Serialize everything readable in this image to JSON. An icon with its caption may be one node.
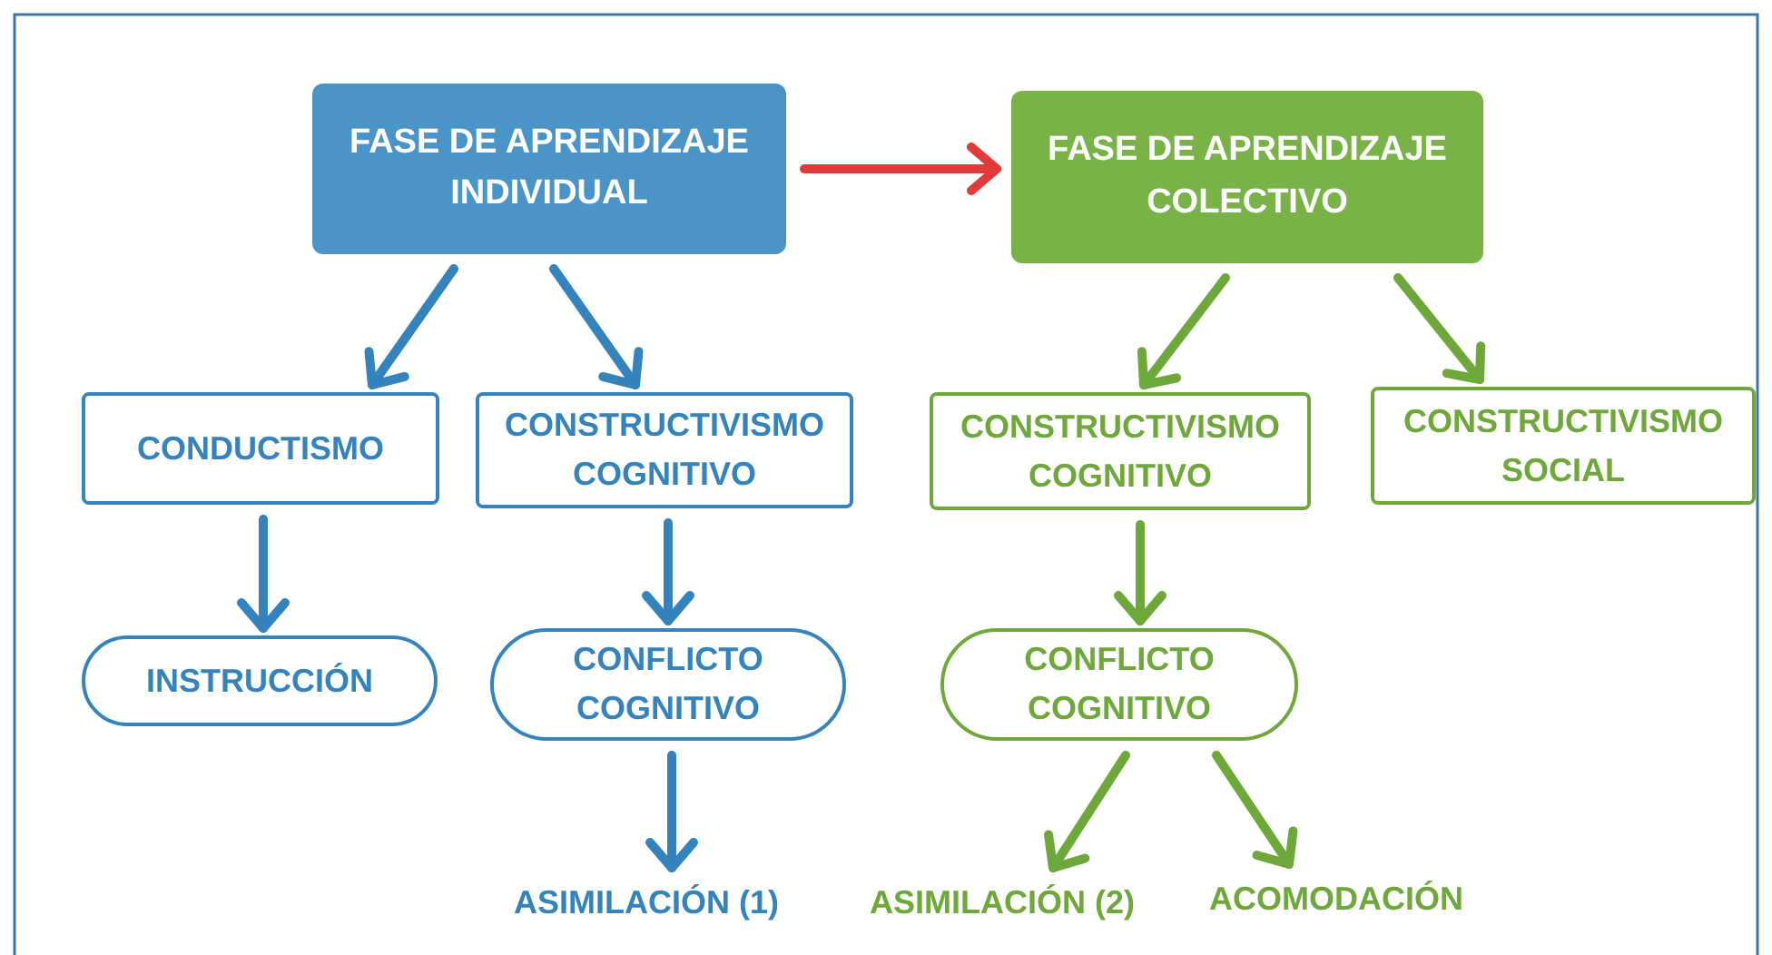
{
  "diagram": {
    "nodes": [
      {
        "text": [
          "FASE DE APRENDIZAJE INDIVIDUAL"
        ]
      },
      {
        "text": [
          "FASE DE APRENDIZAJE COLECTIVO"
        ]
      },
      {
        "text": [
          "CONDUCTISMO"
        ]
      },
      {
        "text": [
          "CONSTRUCTIVISMO COGNITIVO"
        ]
      },
      {
        "text": [
          "CONSTRUCTIVISMO COGNITIVO"
        ]
      },
      {
        "text": [
          "CONSTRUCTIVISMO SOCIAL"
        ]
      },
      {
        "text": [
          "INSTRUCCIÓN"
        ]
      },
      {
        "text": [
          "CONFLICTO COGNITIVO"
        ]
      },
      {
        "text": [
          "CONFLICTO COGNITIVO"
        ]
      },
      {
        "text": [
          "ASIMILACIÓN (1)"
        ]
      },
      {
        "text": [
          "ASIMILACIÓN (2)"
        ]
      },
      {
        "text": [
          "ACOMODACIÓN"
        ]
      }
    ],
    "edges": [
      {
        "from": 0,
        "to": 1,
        "arrow": "to",
        "color": "#e03a3a"
      },
      {
        "from": 0,
        "to": 2,
        "arrow": "to",
        "color": "#3583bd"
      },
      {
        "from": 0,
        "to": 3,
        "arrow": "to",
        "color": "#3583bd"
      },
      {
        "from": 2,
        "to": 6,
        "arrow": "to",
        "color": "#3583bd"
      },
      {
        "from": 3,
        "to": 7,
        "arrow": "to",
        "color": "#3583bd"
      },
      {
        "from": 7,
        "to": 9,
        "arrow": "to",
        "color": "#3583bd"
      },
      {
        "from": 1,
        "to": 4,
        "arrow": "to",
        "color": "#6fa83a"
      },
      {
        "from": 1,
        "to": 5,
        "arrow": "to",
        "color": "#6fa83a"
      },
      {
        "from": 4,
        "to": 8,
        "arrow": "to",
        "color": "#6fa83a"
      },
      {
        "from": 8,
        "to": 10,
        "arrow": "to",
        "color": "#6fa83a"
      },
      {
        "from": 8,
        "to": 11,
        "arrow": "to",
        "color": "#6fa83a"
      }
    ]
  }
}
